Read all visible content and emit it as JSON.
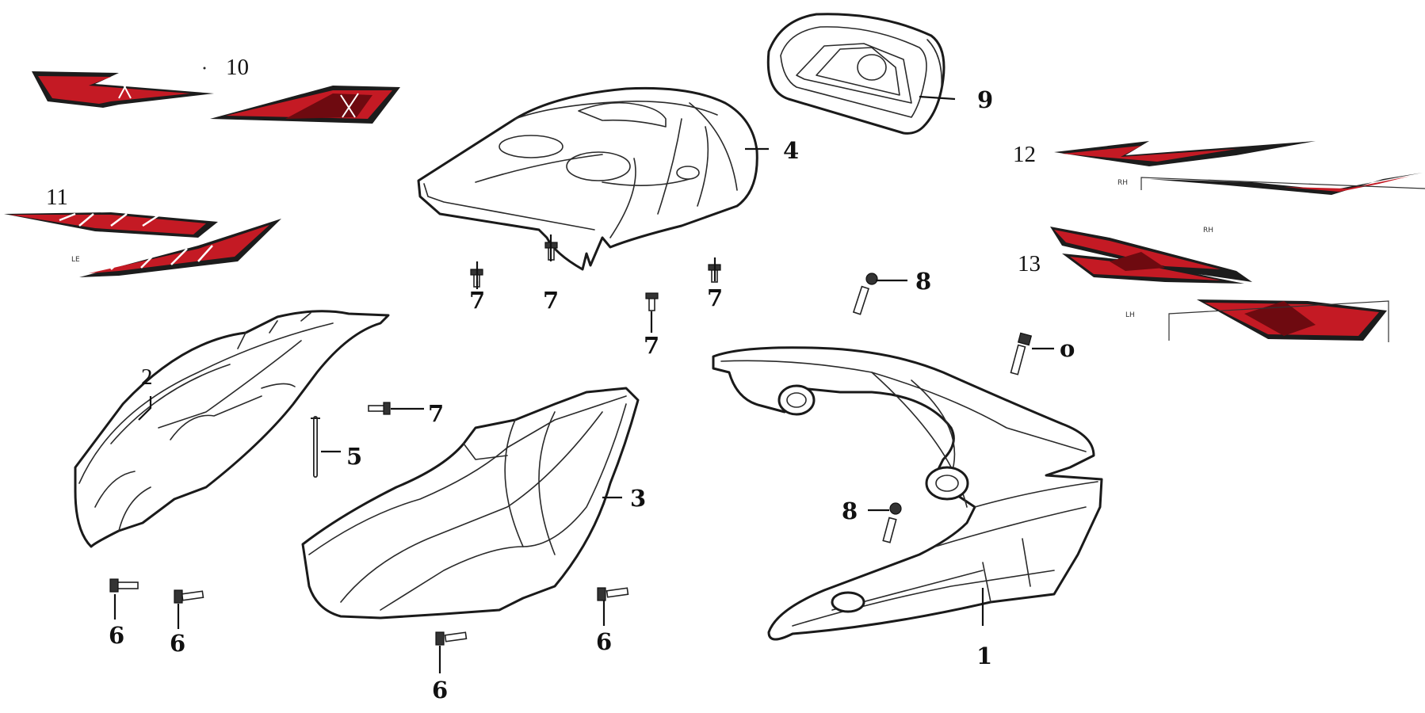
{
  "callouts": {
    "c1": "1",
    "c2": "2",
    "c3": "3",
    "c4": "4",
    "c5": "5",
    "c6a": "6",
    "c6b": "6",
    "c6c": "6",
    "c6d": "6",
    "c7a": "7",
    "c7b": "7",
    "c7c": "7",
    "c7d": "7",
    "c7e": "7",
    "c8a": "8",
    "c8b": "8",
    "c9": "9",
    "c10": "10",
    "c11": "11",
    "c12": "12",
    "c13": "13",
    "co": "o"
  },
  "decal_labels": {
    "l11": "LE",
    "l12": "RH",
    "l12b": "RH",
    "l13": "LH"
  },
  "colors": {
    "decal_red": "#c41a24",
    "decal_dark": "#6e0a10",
    "line": "#1a1a1a"
  }
}
